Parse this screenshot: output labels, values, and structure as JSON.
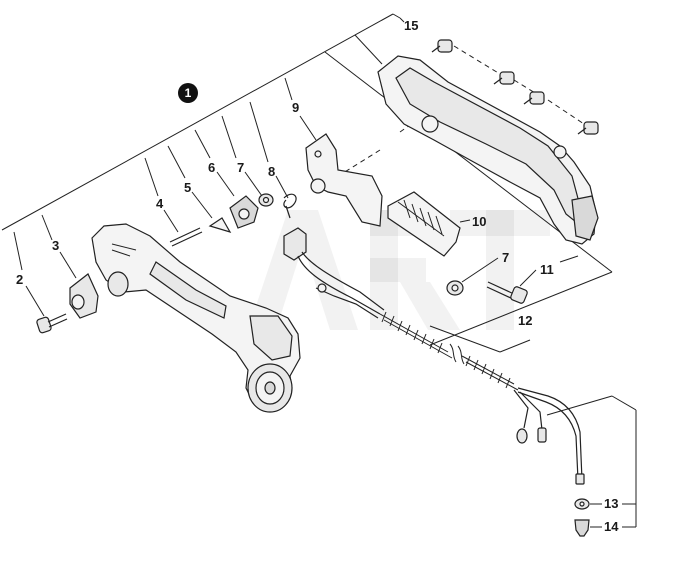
{
  "assembly_marker": "1",
  "callouts": [
    "2",
    "3",
    "4",
    "5",
    "6",
    "7",
    "8",
    "9",
    "10",
    "7",
    "11",
    "12",
    "13",
    "14",
    "15"
  ]
}
